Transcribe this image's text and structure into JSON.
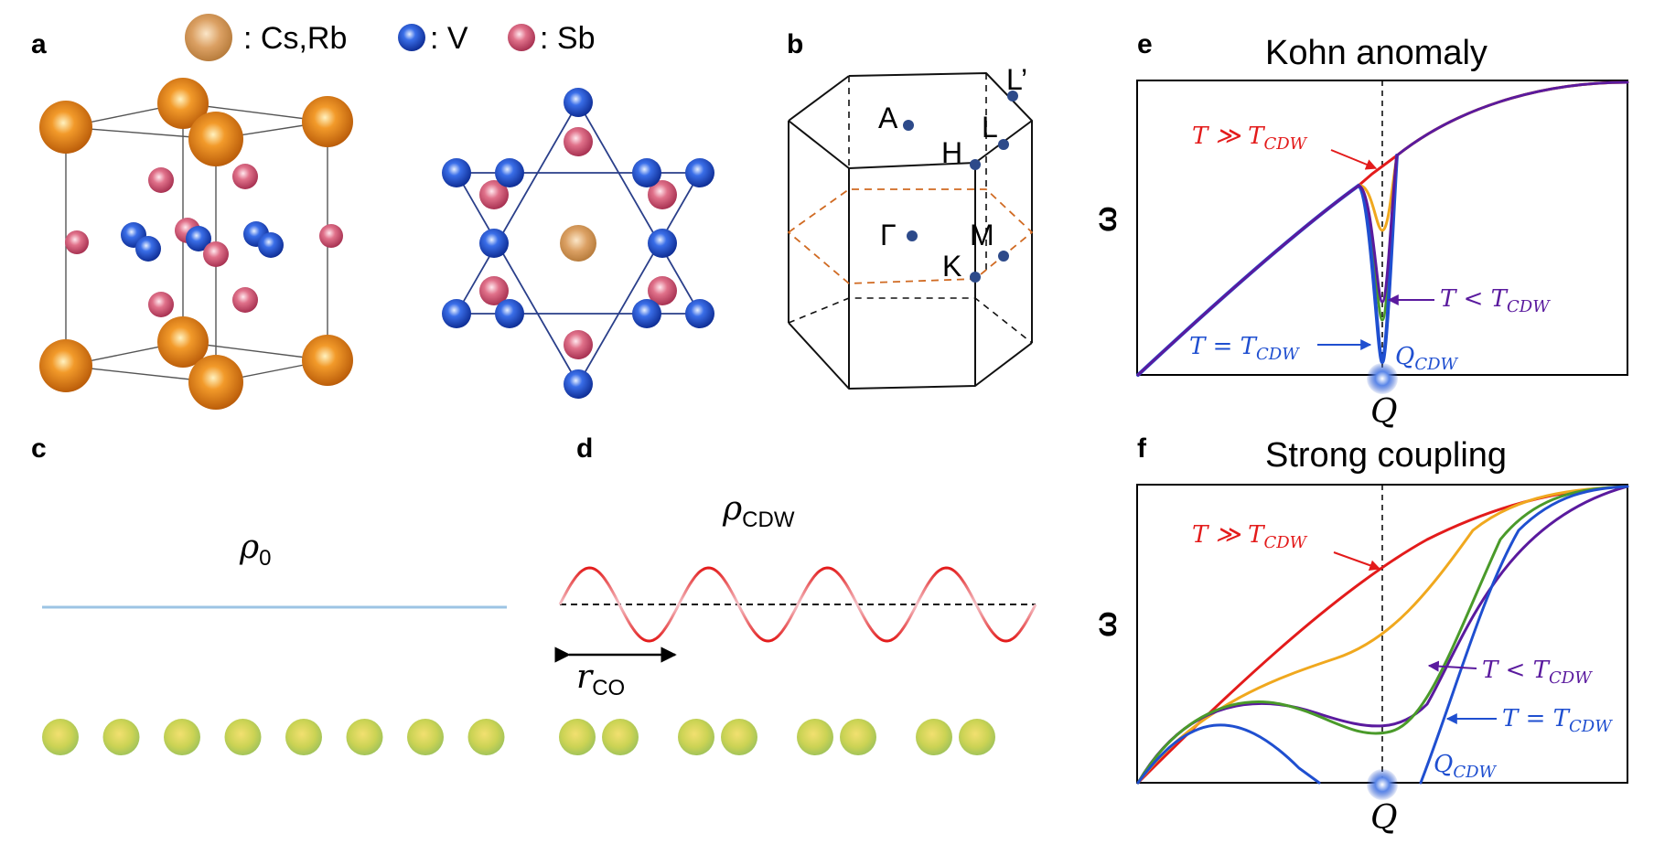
{
  "panel_labels": {
    "a": "a",
    "b": "b",
    "c": "c",
    "d": "d",
    "e": "e",
    "f": "f"
  },
  "legend": {
    "cs_rb": ": Cs,Rb",
    "v": ": V",
    "sb": ": Sb"
  },
  "brillouin_zone": {
    "points": {
      "A": "A",
      "H": "H",
      "L": "L",
      "L_prime": "L’",
      "Gamma": "Γ",
      "M": "M",
      "K": "K"
    }
  },
  "panel_c": {
    "label_main": "ρ",
    "label_sub": "0"
  },
  "panel_d": {
    "label_main": "ρ",
    "label_sub": "CDW",
    "r_main": "r",
    "r_sub": "CO"
  },
  "panel_e": {
    "title": "Kohn anomaly",
    "ylabel": "ω",
    "xlabel": "Q",
    "ann_high": {
      "main": "T ≫ T",
      "sub": "CDW"
    },
    "ann_lt": {
      "main": "T < T",
      "sub": "CDW"
    },
    "ann_eq": {
      "main": "T = T",
      "sub": "CDW"
    },
    "ann_q": {
      "main": "Q",
      "sub": "CDW"
    }
  },
  "panel_f": {
    "title": "Strong coupling",
    "ylabel": "ω",
    "xlabel": "Q",
    "ann_high": {
      "main": "T ≫ T",
      "sub": "CDW"
    },
    "ann_lt": {
      "main": "T < T",
      "sub": "CDW"
    },
    "ann_eq": {
      "main": "T = T",
      "sub": "CDW"
    },
    "ann_q": {
      "main": "Q",
      "sub": "CDW"
    }
  },
  "colors": {
    "cs_rb": "#e87a12",
    "v": "#1e4fc8",
    "sb": "#d9506e",
    "t_high": "#e31b1b",
    "t_mid": "#f0a81e",
    "t_lt": "#5a1a9e",
    "t_lt2": "#4a9a2a",
    "t_eq": "#1f4fd0",
    "bz_line": "#111111",
    "bz_orange": "#d06a22",
    "bz_point": "#2d4a8a",
    "rho0_line": "#9cc4e4",
    "atom_yellow": "#c8d24a"
  }
}
